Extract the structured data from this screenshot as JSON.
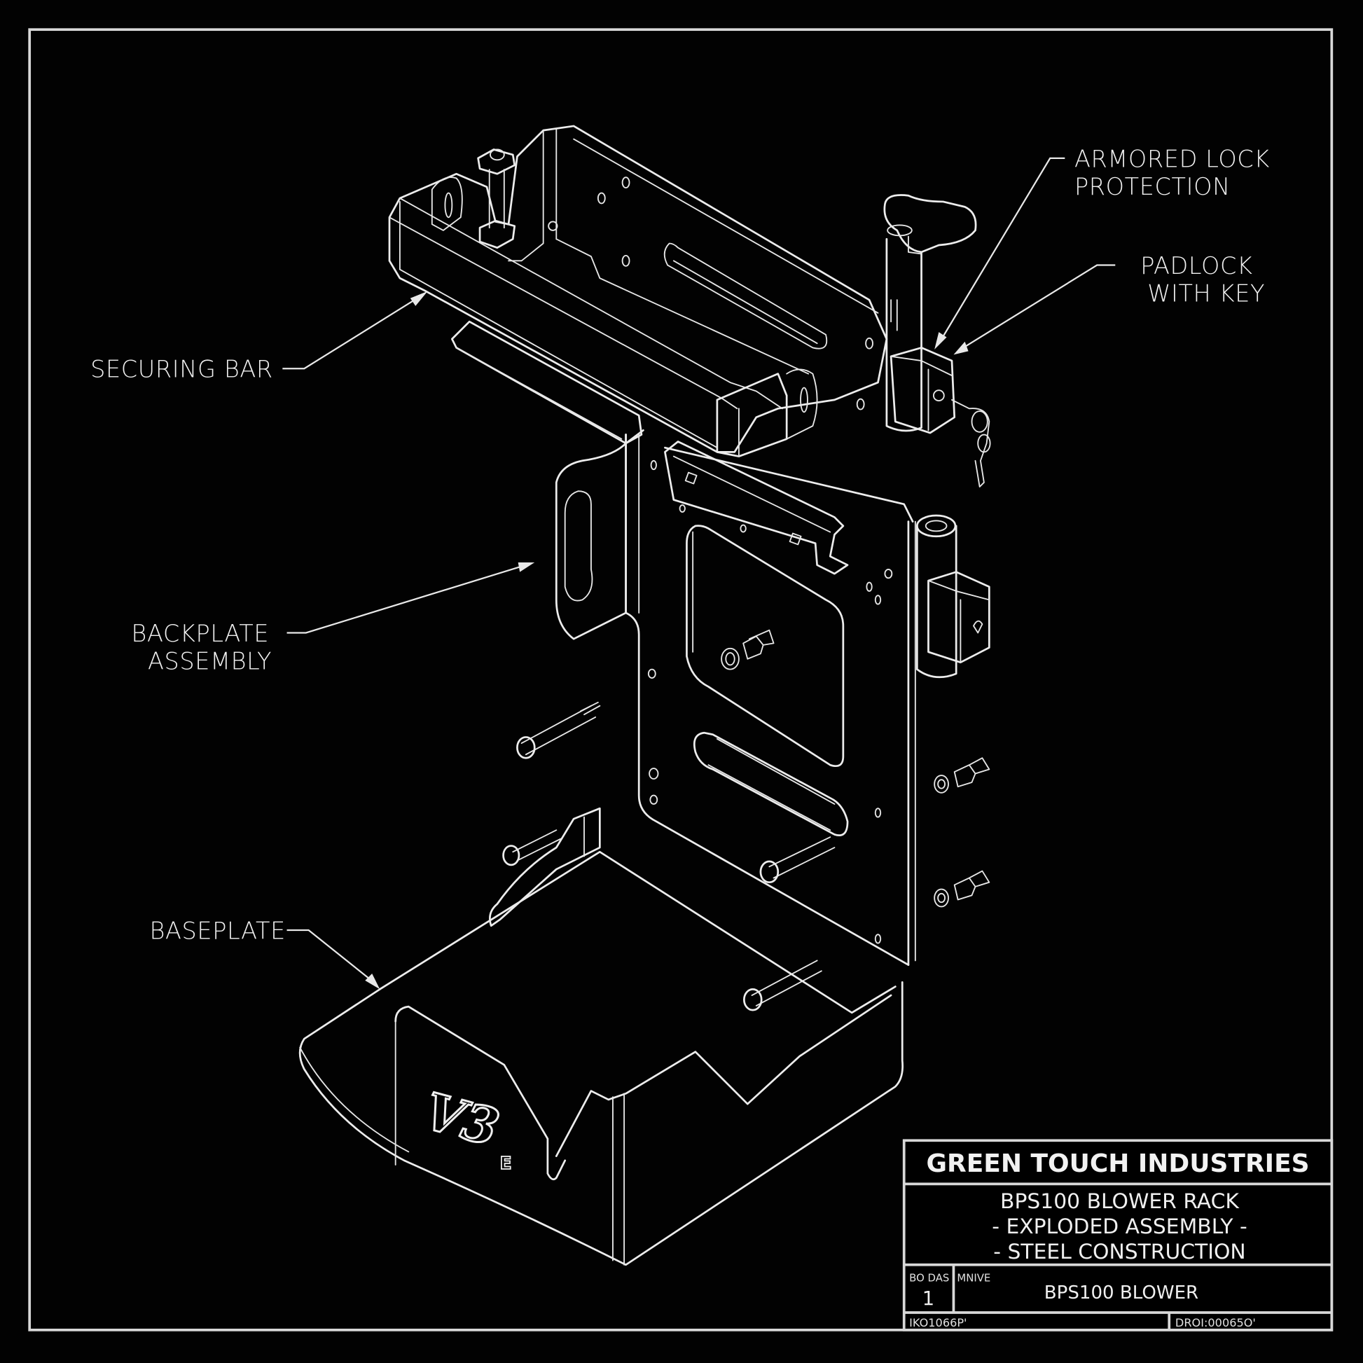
{
  "drawing": {
    "subject": "BPS100 blower rack exploded assembly",
    "callouts": [
      {
        "id": "armored-lock",
        "lines": [
          "ARMORED LOCK",
          "PROTECTION"
        ]
      },
      {
        "id": "padlock",
        "lines": [
          "PADLOCK",
          "WITH KEY"
        ]
      },
      {
        "id": "securing-bar",
        "lines": [
          "SECURING BAR"
        ]
      },
      {
        "id": "backplate",
        "lines": [
          "BACKPLATE",
          "ASSEMBLY"
        ]
      },
      {
        "id": "baseplate",
        "lines": [
          "BASEPLATE"
        ]
      }
    ],
    "logo": {
      "mark": "V3",
      "suffix": "E"
    }
  },
  "title_block": {
    "company": "GREEN TOUCH INDUSTRIES",
    "description": [
      "BPS100 BLOWER RACK",
      "- EXPLODED ASSEMBLY -",
      "- STEEL CONSTRUCTION"
    ],
    "qty_header": "BO DAS",
    "qty_value": "1",
    "name_header": "MNIVE",
    "name_value": "BPS100 BLOWER",
    "code_left": "IKO1066P'",
    "code_right": "DROI:00065O'"
  },
  "colors": {
    "background": "#020202",
    "linework": "#ececec",
    "border": "#d8d8d8"
  }
}
